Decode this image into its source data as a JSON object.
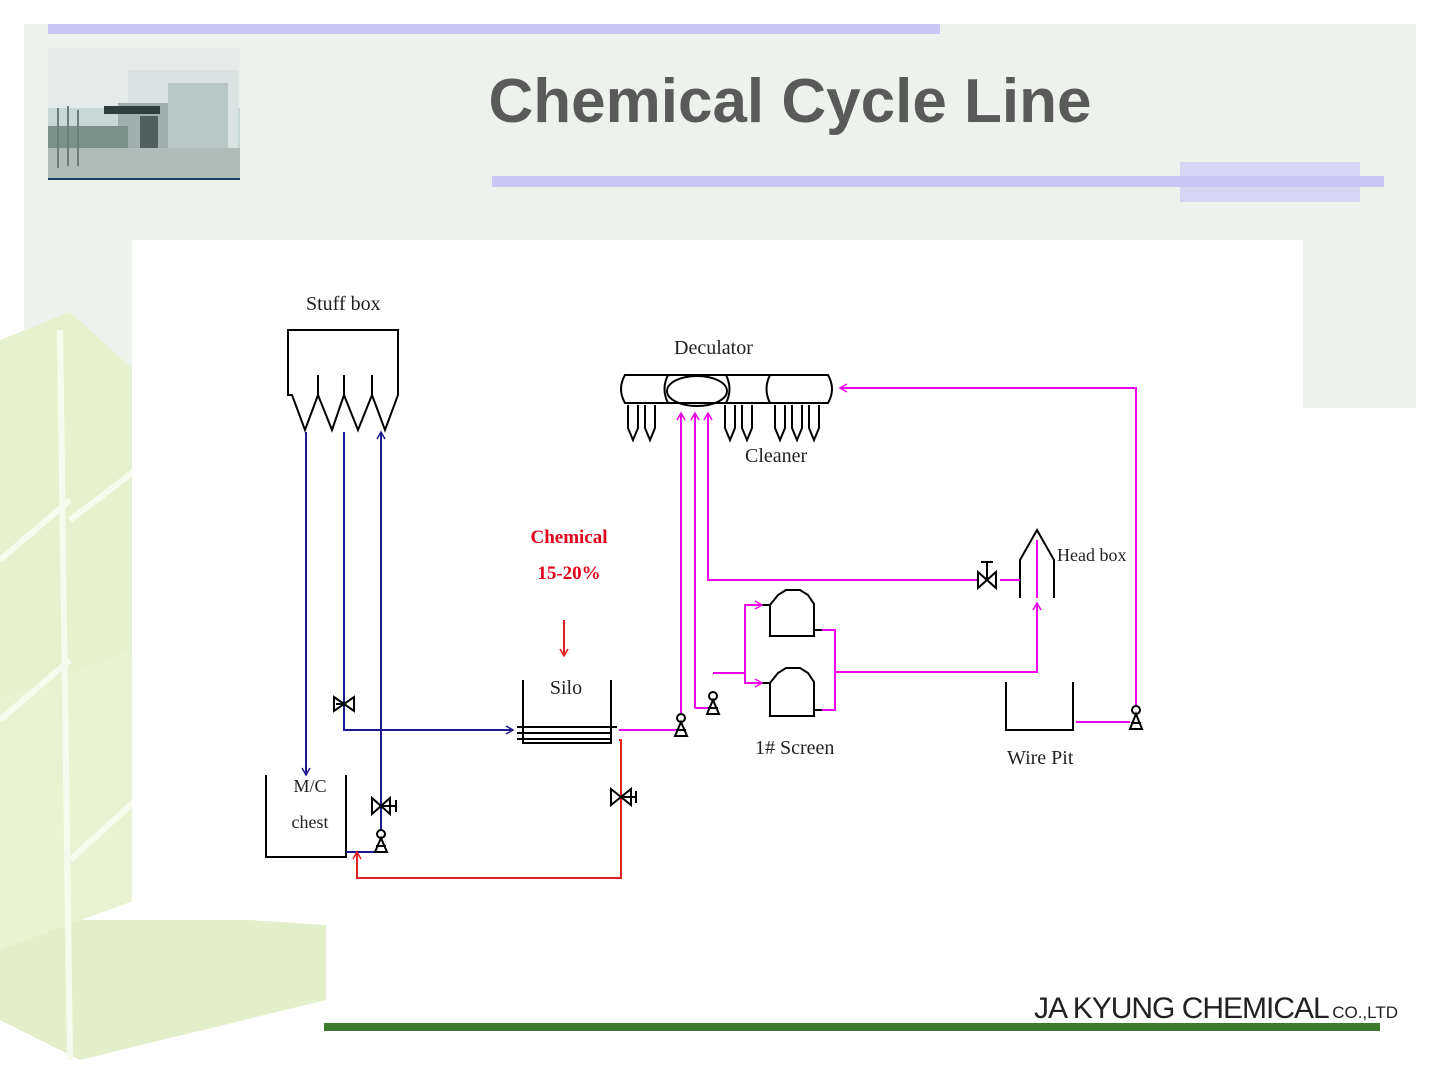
{
  "title": "Chemical Cycle Line",
  "company": {
    "logo_main": "JA KYUNG CHEMICAL",
    "logo_suffix": "CO.,LTD"
  },
  "diagram": {
    "labels": {
      "stuff_box": "Stuff box",
      "deculator": "Deculator",
      "cleaner": "Cleaner",
      "chemical": "Chemical",
      "chemical_pct": "15-20%",
      "silo": "Silo",
      "screen": "1# Screen",
      "head_box": "Head box",
      "wire_pit": "Wire Pit",
      "mc": "M/C",
      "chest": "chest"
    },
    "line_colors": {
      "stock_line": "#1b1b8f",
      "white_water_line": "#ee00ee",
      "chemical_line": "#e02020"
    }
  }
}
